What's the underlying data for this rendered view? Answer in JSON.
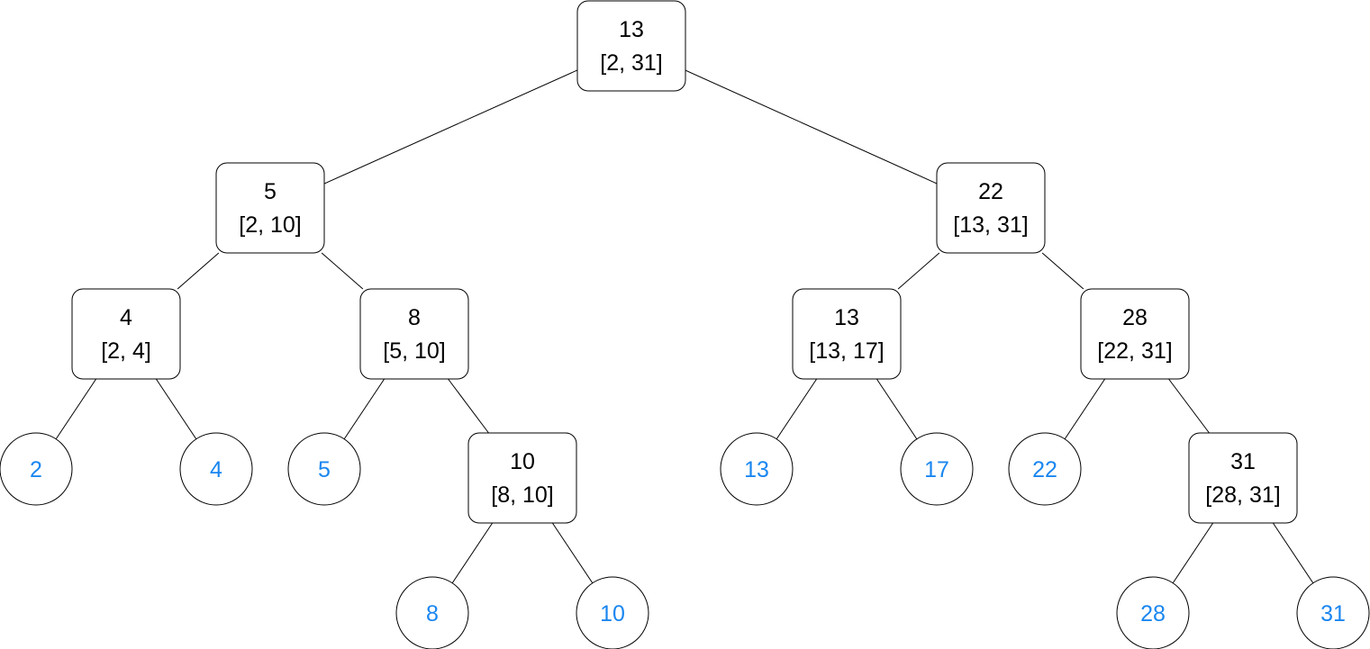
{
  "tree": {
    "internal_nodes": [
      {
        "id": "n13",
        "key": "13",
        "range": "[2, 31]"
      },
      {
        "id": "n5",
        "key": "5",
        "range": "[2, 10]"
      },
      {
        "id": "n22",
        "key": "22",
        "range": "[13, 31]"
      },
      {
        "id": "n4",
        "key": "4",
        "range": "[2, 4]"
      },
      {
        "id": "n8",
        "key": "8",
        "range": "[5, 10]"
      },
      {
        "id": "n13b",
        "key": "13",
        "range": "[13, 17]"
      },
      {
        "id": "n28",
        "key": "28",
        "range": "[22, 31]"
      },
      {
        "id": "n10",
        "key": "10",
        "range": "[8, 10]"
      },
      {
        "id": "n31",
        "key": "31",
        "range": "[28, 31]"
      }
    ],
    "leaves": [
      {
        "id": "l2",
        "value": "2"
      },
      {
        "id": "l4",
        "value": "4"
      },
      {
        "id": "l5",
        "value": "5"
      },
      {
        "id": "l8",
        "value": "8"
      },
      {
        "id": "l10",
        "value": "10"
      },
      {
        "id": "l13",
        "value": "13"
      },
      {
        "id": "l17",
        "value": "17"
      },
      {
        "id": "l22",
        "value": "22"
      },
      {
        "id": "l28",
        "value": "28"
      },
      {
        "id": "l31",
        "value": "31"
      }
    ],
    "edges": [
      [
        "n13",
        "n5"
      ],
      [
        "n13",
        "n22"
      ],
      [
        "n5",
        "n4"
      ],
      [
        "n5",
        "n8"
      ],
      [
        "n22",
        "n13b"
      ],
      [
        "n22",
        "n28"
      ],
      [
        "n4",
        "l2"
      ],
      [
        "n4",
        "l4"
      ],
      [
        "n8",
        "l5"
      ],
      [
        "n8",
        "n10"
      ],
      [
        "n10",
        "l8"
      ],
      [
        "n10",
        "l10"
      ],
      [
        "n13b",
        "l13"
      ],
      [
        "n13b",
        "l17"
      ],
      [
        "n28",
        "l22"
      ],
      [
        "n28",
        "n31"
      ],
      [
        "n31",
        "l28"
      ],
      [
        "n31",
        "l31"
      ]
    ],
    "leaf_color": "#1a86f0",
    "line_color": "#000000"
  }
}
